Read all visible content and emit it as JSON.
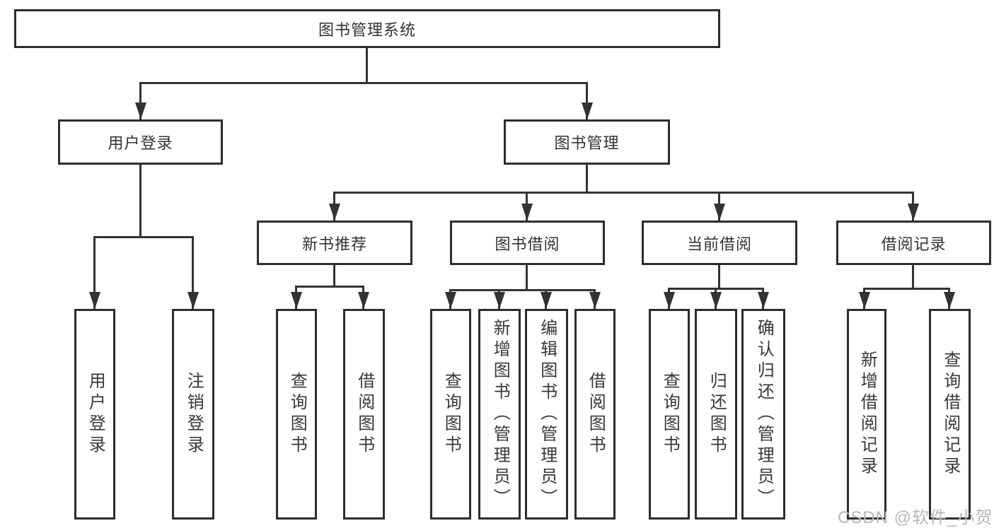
{
  "diagram": {
    "title": "图书管理系统",
    "root_label": "图书管理系统",
    "level2": {
      "user_login": "用户登录",
      "book_mgmt": "图书管理"
    },
    "level3": {
      "new_books": "新书推荐",
      "book_borrow": "图书借阅",
      "current_borrow": "当前借阅",
      "borrow_records": "借阅记录"
    },
    "leaves": {
      "user_login": [
        "用户登录",
        "注销登录"
      ],
      "new_books": [
        "查询图书",
        "借阅图书"
      ],
      "book_borrow": [
        "查询图书",
        "新增图书（管理员）",
        "编辑图书（管理员）",
        "借阅图书"
      ],
      "current_borrow": [
        "查询图书",
        "归还图书",
        "确认归还（管理员）"
      ],
      "borrow_records": [
        "新增借阅记录",
        "查询借阅记录"
      ]
    },
    "watermark": "CSDN @软件_小贺同学",
    "colors": {
      "line": "#333333",
      "text": "#333333",
      "background": "#ffffff",
      "watermark": "#b8b8b8"
    }
  }
}
